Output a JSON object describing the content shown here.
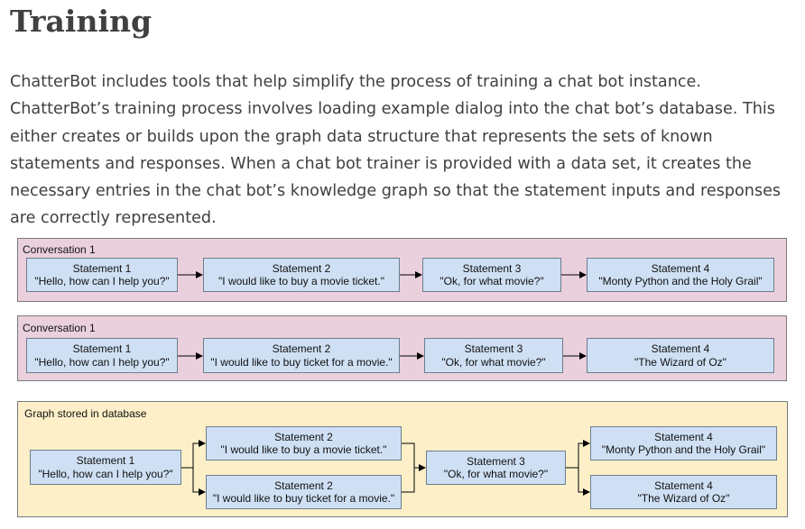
{
  "heading": "Training",
  "paragraph": "ChatterBot includes tools that help simplify the process of training a chat bot instance. ChatterBot’s training process involves loading example dialog into the chat bot’s database. This either creates or builds upon the graph data structure that represents the sets of known statements and responses. When a chat bot trainer is provided with a data set, it creates the necessary entries in the chat bot’s knowledge graph so that the statement inputs and responses are correctly represented.",
  "figure": {
    "conversation1": {
      "title": "Conversation 1",
      "statements": [
        {
          "label": "Statement 1",
          "text": "\"Hello, how can I help you?\""
        },
        {
          "label": "Statement 2",
          "text": "\"I would like to buy a movie ticket.\""
        },
        {
          "label": "Statement 3",
          "text": "\"Ok, for what movie?\""
        },
        {
          "label": "Statement 4",
          "text": "\"Monty Python and the Holy Grail\""
        }
      ]
    },
    "conversation2": {
      "title": "Conversation 1",
      "statements": [
        {
          "label": "Statement 1",
          "text": "\"Hello, how can I help you?\""
        },
        {
          "label": "Statement 2",
          "text": "\"I would like to buy ticket for a movie.\""
        },
        {
          "label": "Statement 3",
          "text": "\"Ok, for what movie?\""
        },
        {
          "label": "Statement 4",
          "text": "\"The Wizard of Oz\""
        }
      ]
    },
    "graph": {
      "title": "Graph stored in database",
      "statement1": {
        "label": "Statement 1",
        "text": "\"Hello, how can I help you?\""
      },
      "statement2a": {
        "label": "Statement 2",
        "text": "\"I would like to buy a movie ticket.\""
      },
      "statement2b": {
        "label": "Statement 2",
        "text": "\"I would like to buy ticket for a movie.\""
      },
      "statement3": {
        "label": "Statement 3",
        "text": "\"Ok, for what movie?\""
      },
      "statement4a": {
        "label": "Statement 4",
        "text": "\"Monty Python and the Holy Grail\""
      },
      "statement4b": {
        "label": "Statement 4",
        "text": "\"The Wizard of Oz\""
      }
    }
  }
}
